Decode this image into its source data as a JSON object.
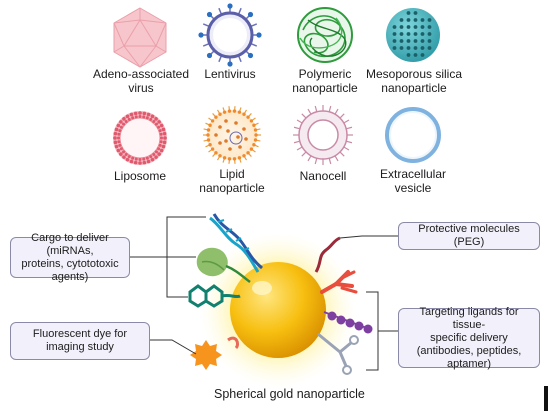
{
  "carriers": {
    "aav": "Adeno-associated\nvirus",
    "lentivirus": "Lentivirus",
    "polymeric": "Polymeric\nnanoparticle",
    "silica": "Mesoporous silica\nnanoparticle",
    "liposome": "Liposome",
    "lipid": "Lipid\nnanoparticle",
    "nanocell": "Nanocell",
    "ev": "Extracellular\nvesicle"
  },
  "gold": {
    "cargo": "Cargo to deliver (miRNAs,\nproteins, cytototoxic\nagents)",
    "fluorescent": "Fluorescent dye for\nimaging study",
    "protective": "Protective molecules (PEG)",
    "targeting": "Targeting ligands for tissue-\nspecific delivery\n(antibodies, peptides,\naptamer)",
    "title": "Spherical gold nanoparticle"
  },
  "colors": {
    "box_fill": "#f2f1fb",
    "box_border": "#8a8aa8",
    "gold": "#f5b800",
    "glow": "#fff3a6"
  }
}
